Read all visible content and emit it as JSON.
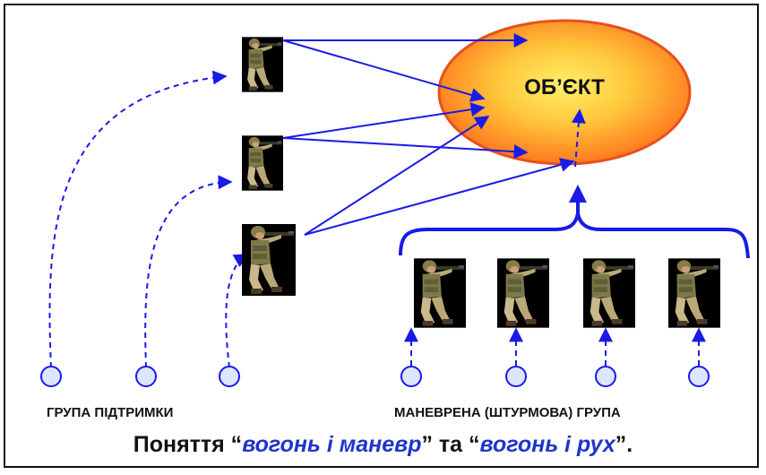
{
  "target": {
    "label": "ОБ’ЄКТ"
  },
  "groups": {
    "support": "ГРУПА ПІДТРИМКИ",
    "assault": "МАНЕВРЕНА (ШТУРМОВА) ГРУПА"
  },
  "caption": {
    "prefix": "Поняття “",
    "term1": "вогонь і маневр",
    "middle": "” та “",
    "term2": "вогонь і рух",
    "suffix": "”."
  },
  "colors": {
    "arrow": "#1a1ae6",
    "target_fill_center": "#ffe94d",
    "target_fill_edge": "#ff6a1a",
    "target_stroke": "#e8501c",
    "caption_term": "#1f35c9"
  },
  "icons": [
    "soldier-icon",
    "position-marker-icon"
  ]
}
